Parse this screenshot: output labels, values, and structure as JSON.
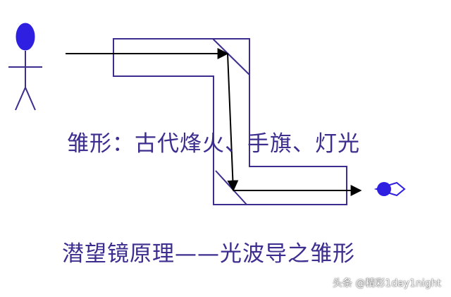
{
  "diagram": {
    "caption_top": "雏形：古代烽火、手旗、灯光",
    "caption_bottom": "潜望镜原理——光波导之雏形",
    "icons": [
      "person-icon",
      "eye-icon"
    ],
    "colors": {
      "outline": "#3d2d8f",
      "person": "#2f1fe0",
      "arrow": "#000000",
      "text": "#3d2d8f"
    }
  },
  "watermark": {
    "text": "头条 @精彩1day1night"
  }
}
